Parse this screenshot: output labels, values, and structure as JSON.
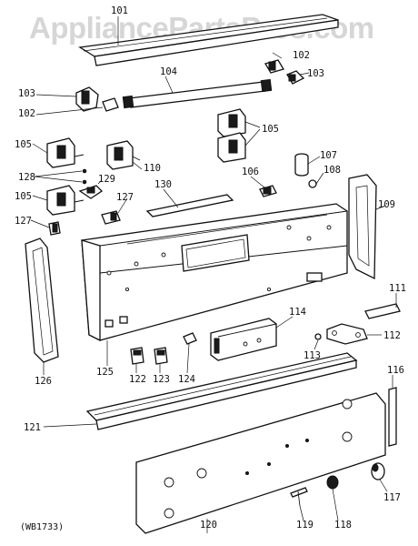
{
  "watermark": "AppliancePartsPros.com",
  "diagram_code": "(WB1733)",
  "labels": {
    "l101": "101",
    "l102a": "102",
    "l103a": "103",
    "l104": "104",
    "l103b": "103",
    "l102b": "102",
    "l105a": "105",
    "l105b": "105",
    "l105c": "105",
    "l107": "107",
    "l108": "108",
    "l128": "128",
    "l129": "129",
    "l110": "110",
    "l106": "106",
    "l130": "130",
    "l127a": "127",
    "l127b": "127",
    "l109": "109",
    "l111": "111",
    "l114": "114",
    "l113": "113",
    "l112": "112",
    "l126": "126",
    "l125": "125",
    "l122": "122",
    "l123": "123",
    "l124": "124",
    "l116": "116",
    "l121": "121",
    "l117": "117",
    "l120": "120",
    "l119": "119",
    "l118": "118"
  }
}
